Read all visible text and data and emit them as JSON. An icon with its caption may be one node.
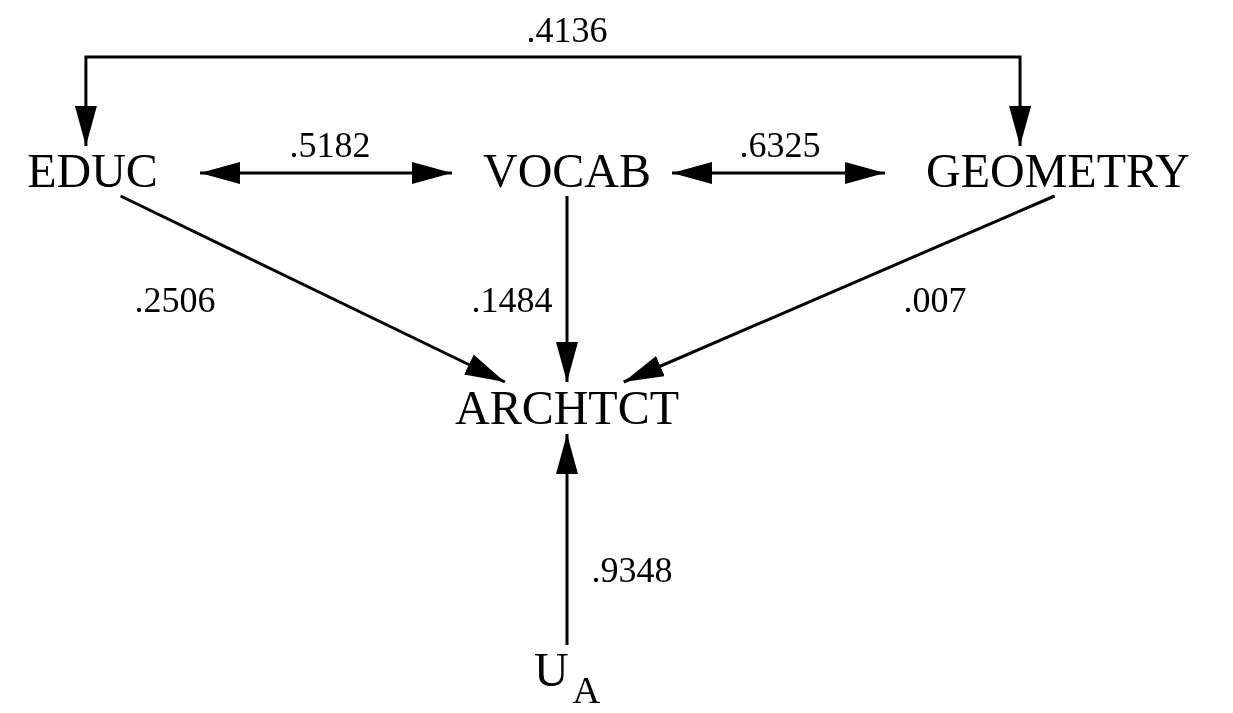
{
  "diagram": {
    "nodes": [
      {
        "text": [
          "EDUC"
        ]
      },
      {
        "text": [
          "VOCAB"
        ]
      },
      {
        "text": [
          "GEOMETRY"
        ]
      },
      {
        "text": [
          "ARCHTCT"
        ]
      },
      {
        "text": [
          "U$_{A}$"
        ]
      }
    ],
    "edges": [
      {
        "from": 0,
        "to": 2,
        "arrow": "both",
        "label": ".4136"
      },
      {
        "from": 0,
        "to": 1,
        "arrow": "both",
        "label": ".5182"
      },
      {
        "from": 1,
        "to": 2,
        "arrow": "both",
        "label": ".6325"
      },
      {
        "from": 0,
        "to": 3,
        "arrow": "to",
        "label": ".2506"
      },
      {
        "from": 1,
        "to": 3,
        "arrow": "to",
        "label": ".1484"
      },
      {
        "from": 2,
        "to": 3,
        "arrow": "to",
        "label": ".007"
      },
      {
        "from": 4,
        "to": 3,
        "arrow": "to",
        "label": ".9348"
      }
    ]
  }
}
